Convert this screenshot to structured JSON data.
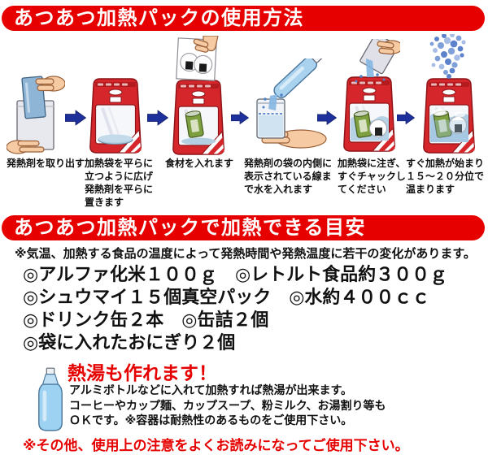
{
  "banners": {
    "usage": "あつあつ加熱パックの使用方法",
    "guide": "あつあつ加熱パックで加熱できる目安"
  },
  "steps": [
    {
      "caption": "発熱剤を取り出す"
    },
    {
      "caption": "加熱袋を平らに\n立つように広げ\n発熱剤を平らに\n置きます"
    },
    {
      "caption": "食材を入れます"
    },
    {
      "caption": "発熱剤の袋の内側に\n表示されている線ま\nで水を入れます"
    },
    {
      "caption": "加熱袋に注ぎ、\nすぐチャックし\nてください"
    },
    {
      "caption": "すぐ加熱が始まり\n１５〜２０分位で\n温まります"
    }
  ],
  "guide": {
    "note": "※気温、加熱する食品の温度によって発熱時間や発熱温度に若干の変化があります。",
    "items": [
      "◎アルファ化米１００ｇ　◎レトルト食品約３００ｇ",
      "◎シュウマイ１５個真空パック　◎水約４００ｃｃ",
      "◎ドリンク缶２本　◎缶詰２個",
      "◎袋に入れたおにぎり２個"
    ]
  },
  "hot_water": {
    "title": "熱湯も作れます！",
    "lines": [
      "アルミボトルなどに入れて加熱すれば熱湯が出来ます。",
      "コーヒーやカップ麺、カップスープ、粉ミルク、お湯割り等も",
      "ＯＫです。※容器は耐熱性のあるものをご使用下さい。"
    ]
  },
  "footer": {
    "note": "※その他、使用上の注意をよくお読みになってご使用下さい。"
  },
  "colors": {
    "banner_red": "#e60000",
    "text_red": "#e60000",
    "arrow_blue": "#1d309b",
    "pouch_red": "#d5272b",
    "bottle_blue": "#9ed2f2"
  }
}
